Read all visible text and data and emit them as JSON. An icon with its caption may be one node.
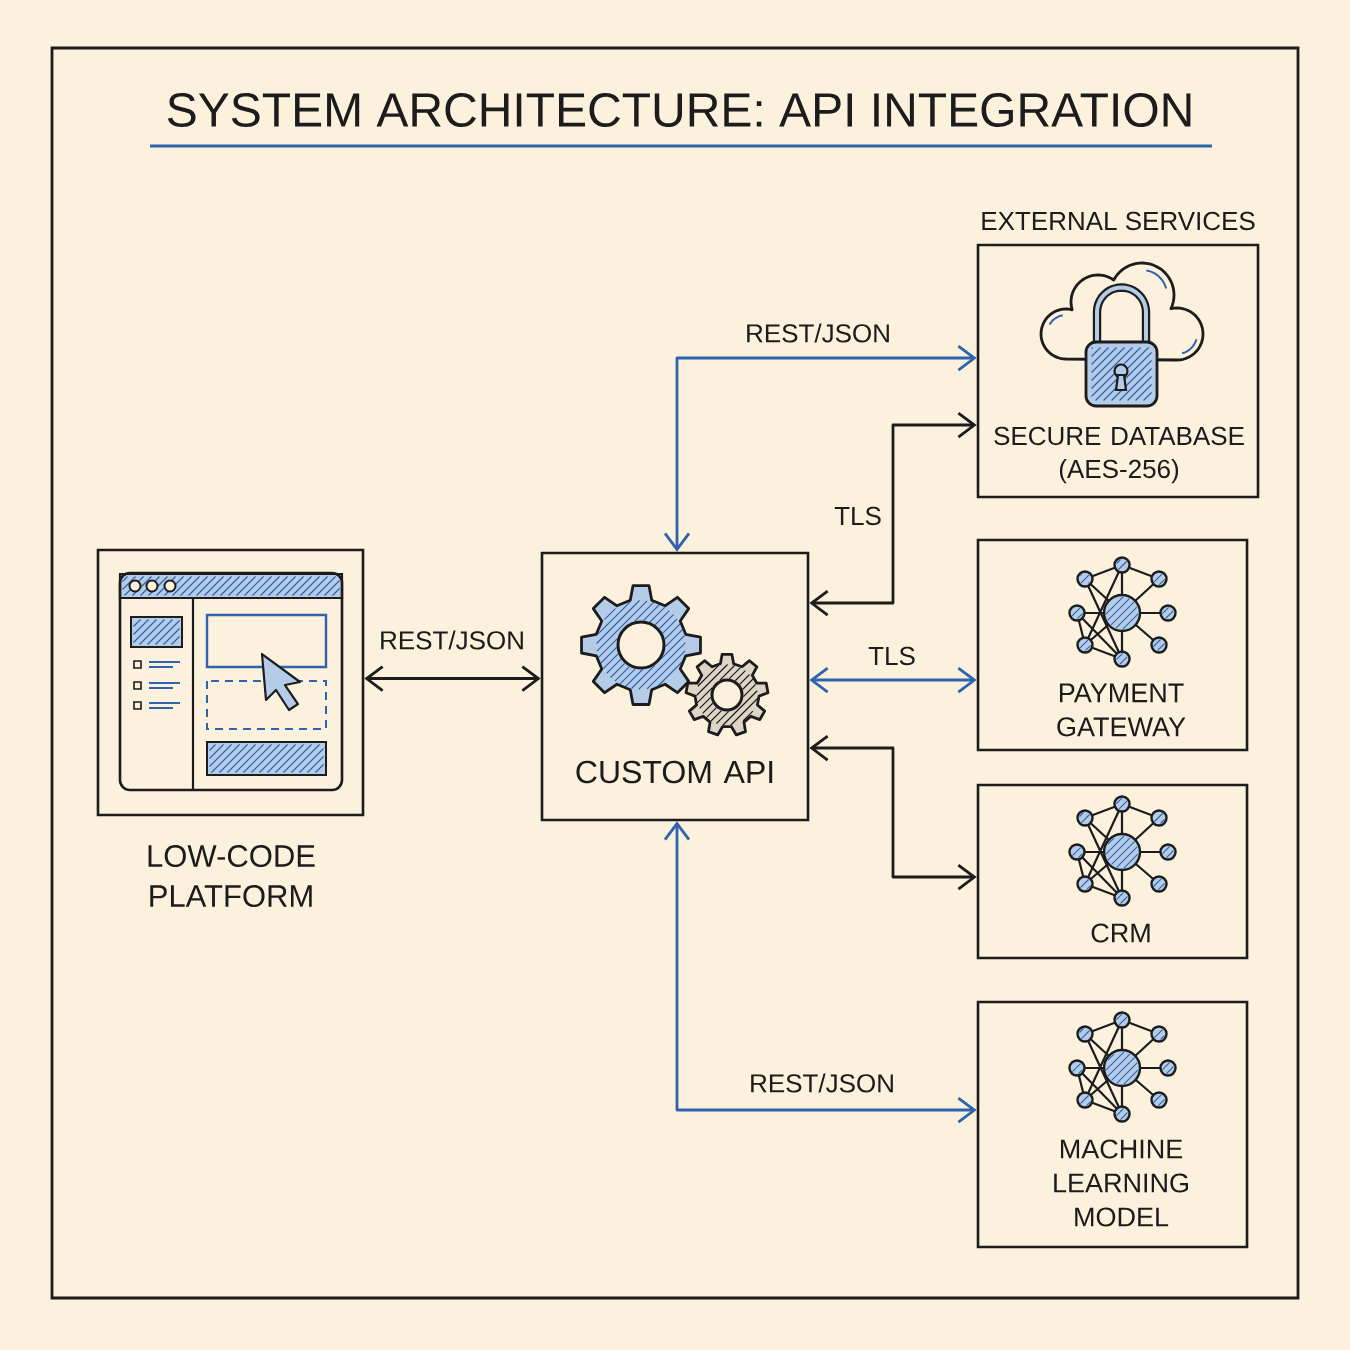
{
  "diagram": {
    "title": "SYSTEM ARCHITECTURE: API INTEGRATION",
    "nodes": [
      {
        "text": [
          "LOW-CODE PLATFORM"
        ]
      },
      {
        "text": [
          "CUSTOM API"
        ]
      },
      {
        "text": [
          "SECURE DATABASE (AES-256)"
        ]
      },
      {
        "text": [
          "PAYMENT GATEWAY"
        ]
      },
      {
        "text": [
          "CRM"
        ]
      },
      {
        "text": [
          "MACHINE LEARNING MODEL"
        ]
      }
    ],
    "edges": [
      {
        "from": 0,
        "to": 1,
        "arrow": "both",
        "label": "REST/JSON"
      },
      {
        "from": 1,
        "to": 2,
        "arrow": "both",
        "label": "REST/JSON",
        "color": "#2f63ae"
      },
      {
        "from": 1,
        "to": 2,
        "arrow": "both",
        "label": "TLS"
      },
      {
        "from": 1,
        "to": 3,
        "arrow": "both",
        "label": "TLS",
        "color": "#2f63ae"
      },
      {
        "from": 1,
        "to": 4,
        "arrow": "both"
      },
      {
        "from": 1,
        "to": 5,
        "arrow": "both",
        "label": "REST/JSON",
        "color": "#2f63ae"
      }
    ],
    "labels": [
      "EXTERNAL SERVICES"
    ]
  }
}
